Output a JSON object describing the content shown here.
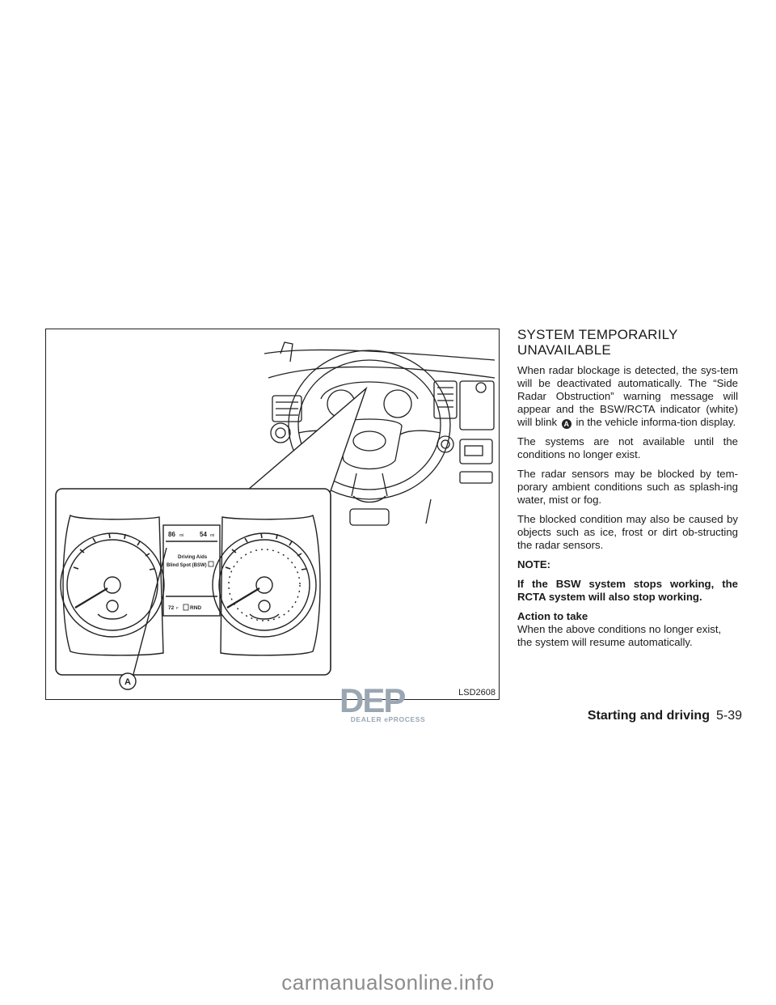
{
  "figure": {
    "code": "LSD2608",
    "callout_label": "A",
    "display": {
      "odo_left": "86",
      "odo_left_unit": "mi",
      "odo_right": "54",
      "odo_right_unit": "mi",
      "menu_title": "Driving Aids",
      "menu_item": "Blind Spot (BSW)",
      "temp": "72",
      "temp_unit": "F",
      "gear": "RND"
    }
  },
  "section": {
    "title_line1": "SYSTEM TEMPORARILY",
    "title_line2": "UNAVAILABLE",
    "para1_before": "When radar blockage is detected, the sys-tem will be deactivated automatically. The “Side Radar Obstruction” warning message will appear and the BSW/RCTA indicator (white) will blink",
    "para1_marker": "A",
    "para1_after": "in the vehicle informa-tion display.",
    "para2": "The systems are not available until the conditions no longer exist.",
    "para3": "The radar sensors may be blocked by tem-porary ambient conditions such as splash-ing water, mist or fog.",
    "para4": "The blocked condition may also be caused by objects such as ice, frost or dirt ob-structing the radar sensors.",
    "note_label": "NOTE:",
    "note_body": "If the BSW system stops working, the RCTA system will also stop working.",
    "action_head": "Action to take",
    "action_body": "When the above conditions no longer exist, the system will resume automatically."
  },
  "footer": {
    "section": "Starting and driving",
    "page": "5-39"
  },
  "watermark": {
    "logo": "DEP",
    "tagline": "DEALER ePROCESS",
    "site": "carmanualsonline.info"
  }
}
